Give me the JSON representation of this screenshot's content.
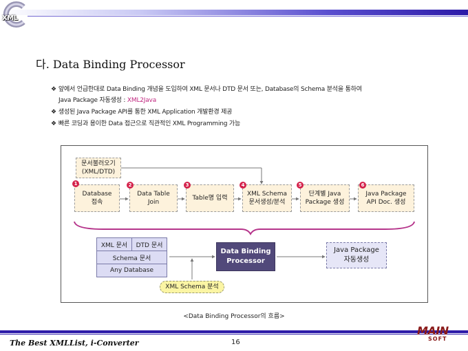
{
  "header": {
    "logo_text": "XML"
  },
  "title": "다.  Data Binding Processor",
  "bullets": [
    {
      "marker": "❖",
      "text": "앞에서 언급한대로 Data Binding 개념을 도입하여 XML 문서나 DTD 문서 또는, Database의 Schema 분석을 통하여"
    },
    {
      "marker": "",
      "text": "Java Package 자동생성 : ",
      "highlight": "XML2Java"
    },
    {
      "marker": "❖",
      "text": "생성된 Java Package API를 통한 XML Application 개발환경 제공"
    },
    {
      "marker": "❖",
      "text": "빠른 코딩과 용이한 Data 접근으로 직관적인 XML Programming 가능"
    }
  ],
  "diagram": {
    "load_box": {
      "line1": "문서불러오기",
      "line2": "(XML/DTD)"
    },
    "steps": [
      {
        "num": "1",
        "line1": "Database",
        "line2": "접속"
      },
      {
        "num": "2",
        "line1": "Data Table",
        "line2": "Join"
      },
      {
        "num": "3",
        "line1": "Table명 입력",
        "line2": ""
      },
      {
        "num": "4",
        "line1": "XML Schema",
        "line2": "문서생성/분석"
      },
      {
        "num": "5",
        "line1": "단계별 Java",
        "line2": "Package 생성"
      },
      {
        "num": "6",
        "line1": "Java Package",
        "line2": "API Doc. 생성"
      }
    ],
    "inputs": {
      "xml_doc": "XML 문서",
      "dtd_doc": "DTD 문서",
      "schema_doc": "Schema 문서",
      "any_db": "Any Database"
    },
    "processor": {
      "line1": "Data Binding",
      "line2": "Processor"
    },
    "output": {
      "line1": "Java Package",
      "line2": "자동생성"
    },
    "schema_analysis": "XML Schema 분석",
    "colors": {
      "step_fill": "#fdf2dc",
      "processor_fill": "#51497a",
      "brace": "#b5338a",
      "badge": "#d4214a"
    }
  },
  "caption": "<Data Binding Processor의 흐름>",
  "footer": {
    "title": "The Best XMLList, i-Converter",
    "page": "16",
    "logo_main": "MAIN",
    "logo_sub": "SOFT"
  }
}
